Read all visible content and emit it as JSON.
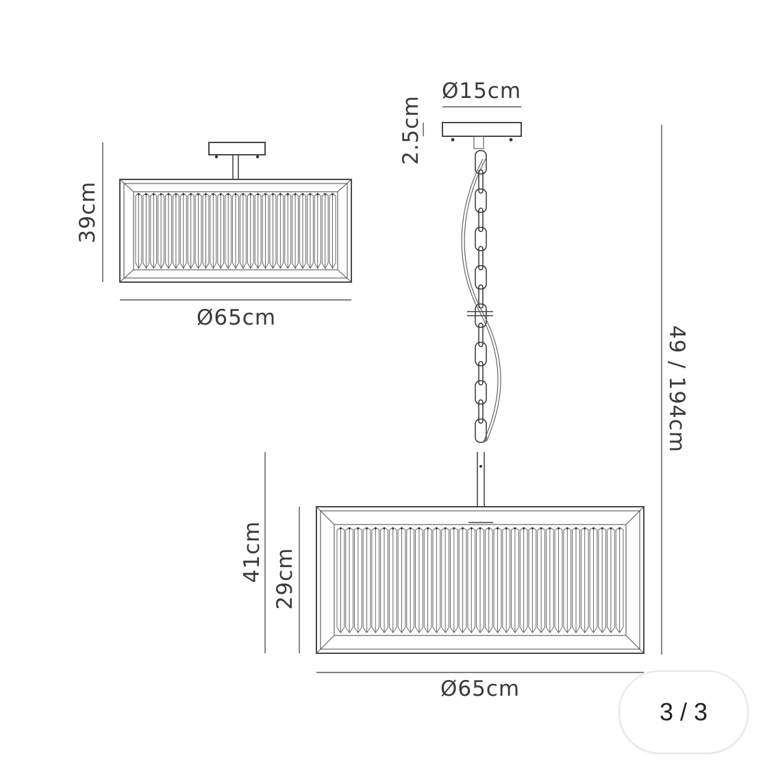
{
  "dimensions": {
    "semi_flush_height": "39cm",
    "semi_flush_width": "Ø65cm",
    "ceiling_plate_diameter": "Ø15cm",
    "ceiling_plate_height": "2.5cm",
    "overall_drop": "49 / 194cm",
    "pendant_height": "41cm",
    "shade_height": "29cm",
    "pendant_width": "Ø65cm"
  },
  "gallery": {
    "counter": "3 / 3"
  }
}
